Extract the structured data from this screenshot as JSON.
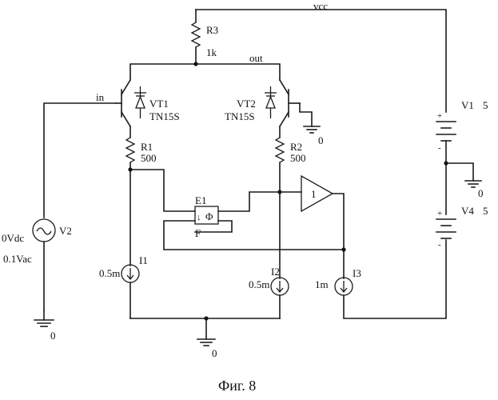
{
  "caption": "Фиг. 8",
  "nets": {
    "vcc": "vcc",
    "out": "out",
    "in": "in"
  },
  "components": {
    "R3": {
      "name": "R3",
      "value": "1k"
    },
    "R1": {
      "name": "R1",
      "value": "500"
    },
    "R2": {
      "name": "R2",
      "value": "500"
    },
    "VT1": {
      "name": "VT1",
      "model": "TN15S"
    },
    "VT2": {
      "name": "VT2",
      "model": "TN15S"
    },
    "V1": {
      "name": "V1",
      "value": "5"
    },
    "V4": {
      "name": "V4",
      "value": "5"
    },
    "V2": {
      "name": "V2",
      "dc": "0Vdc",
      "ac": "0.1Vac"
    },
    "I1": {
      "name": "I1",
      "value": "0.5m"
    },
    "I2": {
      "name": "I2",
      "value": "0.5m"
    },
    "I3": {
      "name": "I3",
      "value": "1m"
    },
    "amp": {
      "name": "1"
    },
    "block": {
      "pin_top": "E1",
      "pin_bottom": "F",
      "symbol": "Φ"
    }
  },
  "grounds": {
    "label": "0"
  }
}
